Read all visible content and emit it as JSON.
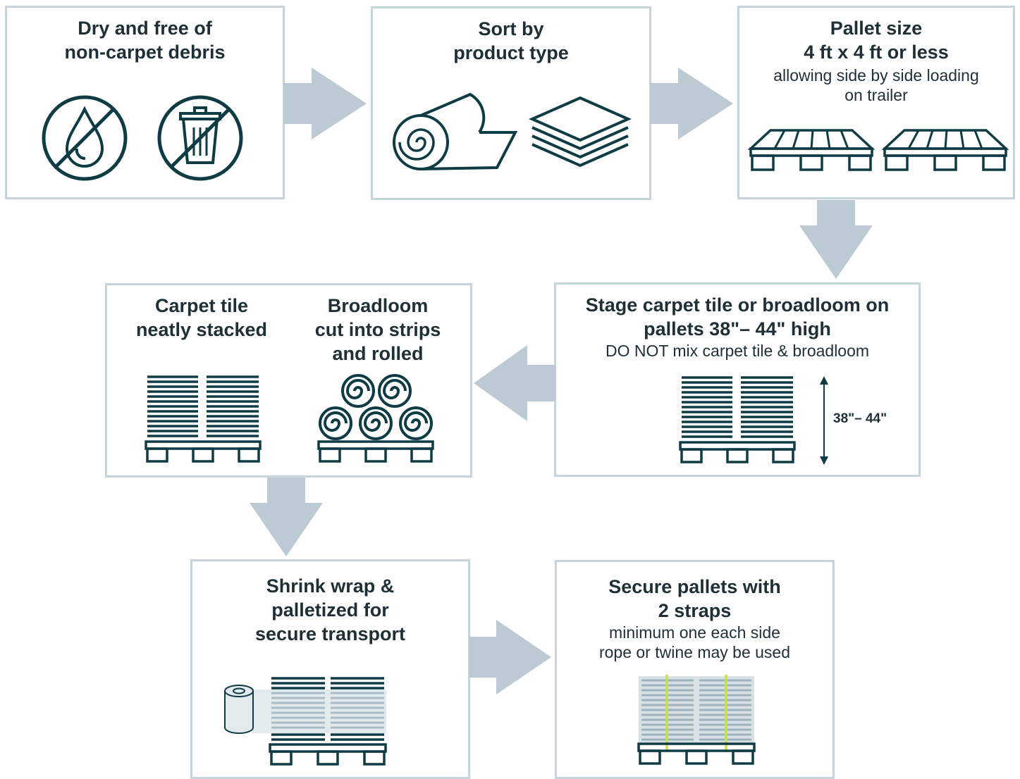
{
  "colors": {
    "dark": "#0f3b45",
    "arrow": "#bccbd3",
    "border": "#c6d4dc",
    "strap": "#c8e04a",
    "wrap": "#d7e1e6"
  },
  "steps": [
    {
      "title": "Dry and free of\nnon-carpet debris",
      "icons": [
        "no-water-icon",
        "no-trash-icon"
      ]
    },
    {
      "title": "Sort by\nproduct type",
      "icons": [
        "carpet-roll-icon",
        "carpet-tile-stack-icon"
      ]
    },
    {
      "title": "Pallet size\n4 ft x 4 ft or less",
      "subtitle": "allowing side by side loading\non trailer",
      "icons": [
        "pallet-icon",
        "pallet-icon"
      ]
    },
    {
      "title": "Stage carpet tile or broadloom on\npallets 38\"– 44\" high",
      "subtitle": "DO NOT mix carpet tile & broadloom",
      "height_label": "38\"– 44\"",
      "icons": [
        "stacked-pallet-icon",
        "height-arrow-icon"
      ]
    },
    {
      "title_left": "Carpet tile\nneatly stacked",
      "title_right": "Broadloom\ncut into strips\nand rolled",
      "icons": [
        "stacked-tile-pallet-icon",
        "rolled-broadloom-pallet-icon"
      ]
    },
    {
      "title": "Shrink wrap &\npalletized for\nsecure transport",
      "icons": [
        "shrink-wrap-pallet-icon"
      ]
    },
    {
      "title": "Secure pallets with\n2 straps",
      "subtitle": "minimum one each side\nrope or twine may be used",
      "icons": [
        "strapped-pallet-icon"
      ]
    }
  ]
}
